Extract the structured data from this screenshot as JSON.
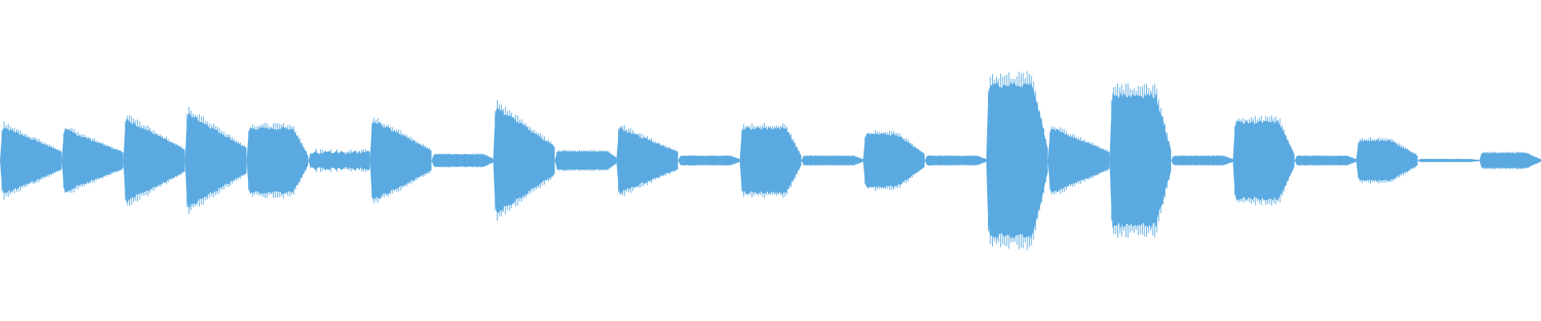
{
  "waveform": {
    "color": "#5aaae1",
    "background": "#ffffff",
    "segments": [
      {
        "envelope": "decay",
        "amplitude": 0.23
      },
      {
        "envelope": "decay",
        "amplitude": 0.21
      },
      {
        "envelope": "decay",
        "amplitude": 0.28
      },
      {
        "envelope": "decay",
        "amplitude": 0.32
      },
      {
        "envelope": "sustain",
        "amplitude": 0.21
      },
      {
        "envelope": "noise",
        "amplitude": 0.07
      },
      {
        "envelope": "decay",
        "amplitude": 0.27
      },
      {
        "envelope": "flat",
        "amplitude": 0.04
      },
      {
        "envelope": "decay",
        "amplitude": 0.36
      },
      {
        "envelope": "flat",
        "amplitude": 0.06
      },
      {
        "envelope": "decay",
        "amplitude": 0.22
      },
      {
        "envelope": "flat",
        "amplitude": 0.03
      },
      {
        "envelope": "sustain",
        "amplitude": 0.21
      },
      {
        "envelope": "flat",
        "amplitude": 0.03
      },
      {
        "envelope": "sustain-decay",
        "amplitude": 0.17
      },
      {
        "envelope": "flat",
        "amplitude": 0.03
      },
      {
        "envelope": "sustain",
        "amplitude": 0.5
      },
      {
        "envelope": "decay",
        "amplitude": 0.22
      },
      {
        "envelope": "sustain",
        "amplitude": 0.43
      },
      {
        "envelope": "flat",
        "amplitude": 0.03
      },
      {
        "envelope": "sustain",
        "amplitude": 0.25
      },
      {
        "envelope": "flat",
        "amplitude": 0.03
      },
      {
        "envelope": "sustain-decay",
        "amplitude": 0.13
      },
      {
        "envelope": "flat",
        "amplitude": 0.01
      },
      {
        "envelope": "sustain",
        "amplitude": 0.05
      }
    ]
  }
}
